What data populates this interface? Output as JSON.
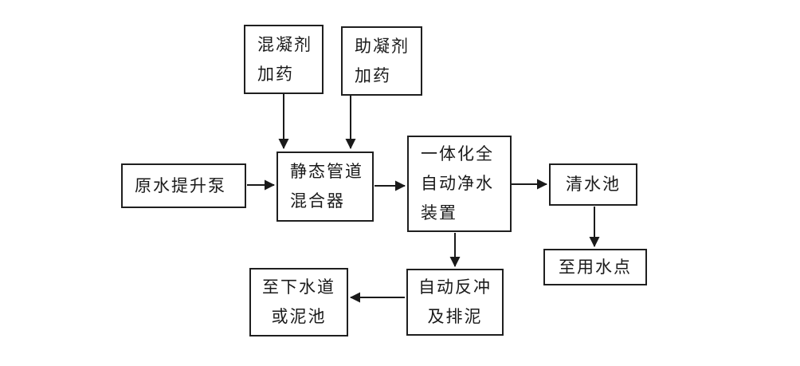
{
  "diagram": {
    "type": "flowchart",
    "colors": {
      "background": "#ffffff",
      "box_border": "#1f1f1f",
      "line": "#1a1a1a",
      "text": "#1a1a1a"
    },
    "nodes": [
      {
        "id": "coagulant-dosing",
        "label": "混凝剂加药",
        "lines": [
          "混凝剂",
          "加药"
        ]
      },
      {
        "id": "coagulant-aid-dosing",
        "label": "助凝剂加药",
        "lines": [
          "助凝剂",
          "加药"
        ]
      },
      {
        "id": "raw-water-pump",
        "label": "原水提升泵",
        "lines": [
          "原水提升泵"
        ]
      },
      {
        "id": "static-pipe-mixer",
        "label": "静态管道混合器",
        "lines": [
          "静态管道",
          "混合器"
        ]
      },
      {
        "id": "integrated-purifier",
        "label": "一体化全自动净水装置",
        "lines": [
          "一体化全",
          "自动净水",
          "装置"
        ]
      },
      {
        "id": "clear-water-tank",
        "label": "清水池",
        "lines": [
          "清水池"
        ]
      },
      {
        "id": "water-use-point",
        "label": "至用水点",
        "lines": [
          "至用水点"
        ]
      },
      {
        "id": "auto-backwash",
        "label": "自动反冲及排泥",
        "lines": [
          "自动反冲",
          "及排泥"
        ]
      },
      {
        "id": "sewer-or-sludge",
        "label": "至下水道或泥池",
        "lines": [
          "至下水道",
          "或泥池"
        ]
      }
    ],
    "edges": [
      {
        "from": "混凝剂加药",
        "to": "静态管道混合器"
      },
      {
        "from": "助凝剂加药",
        "to": "静态管道混合器"
      },
      {
        "from": "原水提升泵",
        "to": "静态管道混合器"
      },
      {
        "from": "静态管道混合器",
        "to": "一体化全自动净水装置"
      },
      {
        "from": "一体化全自动净水装置",
        "to": "清水池"
      },
      {
        "from": "清水池",
        "to": "至用水点"
      },
      {
        "from": "一体化全自动净水装置",
        "to": "自动反冲及排泥"
      },
      {
        "from": "自动反冲及排泥",
        "to": "至下水道或泥池"
      }
    ]
  }
}
